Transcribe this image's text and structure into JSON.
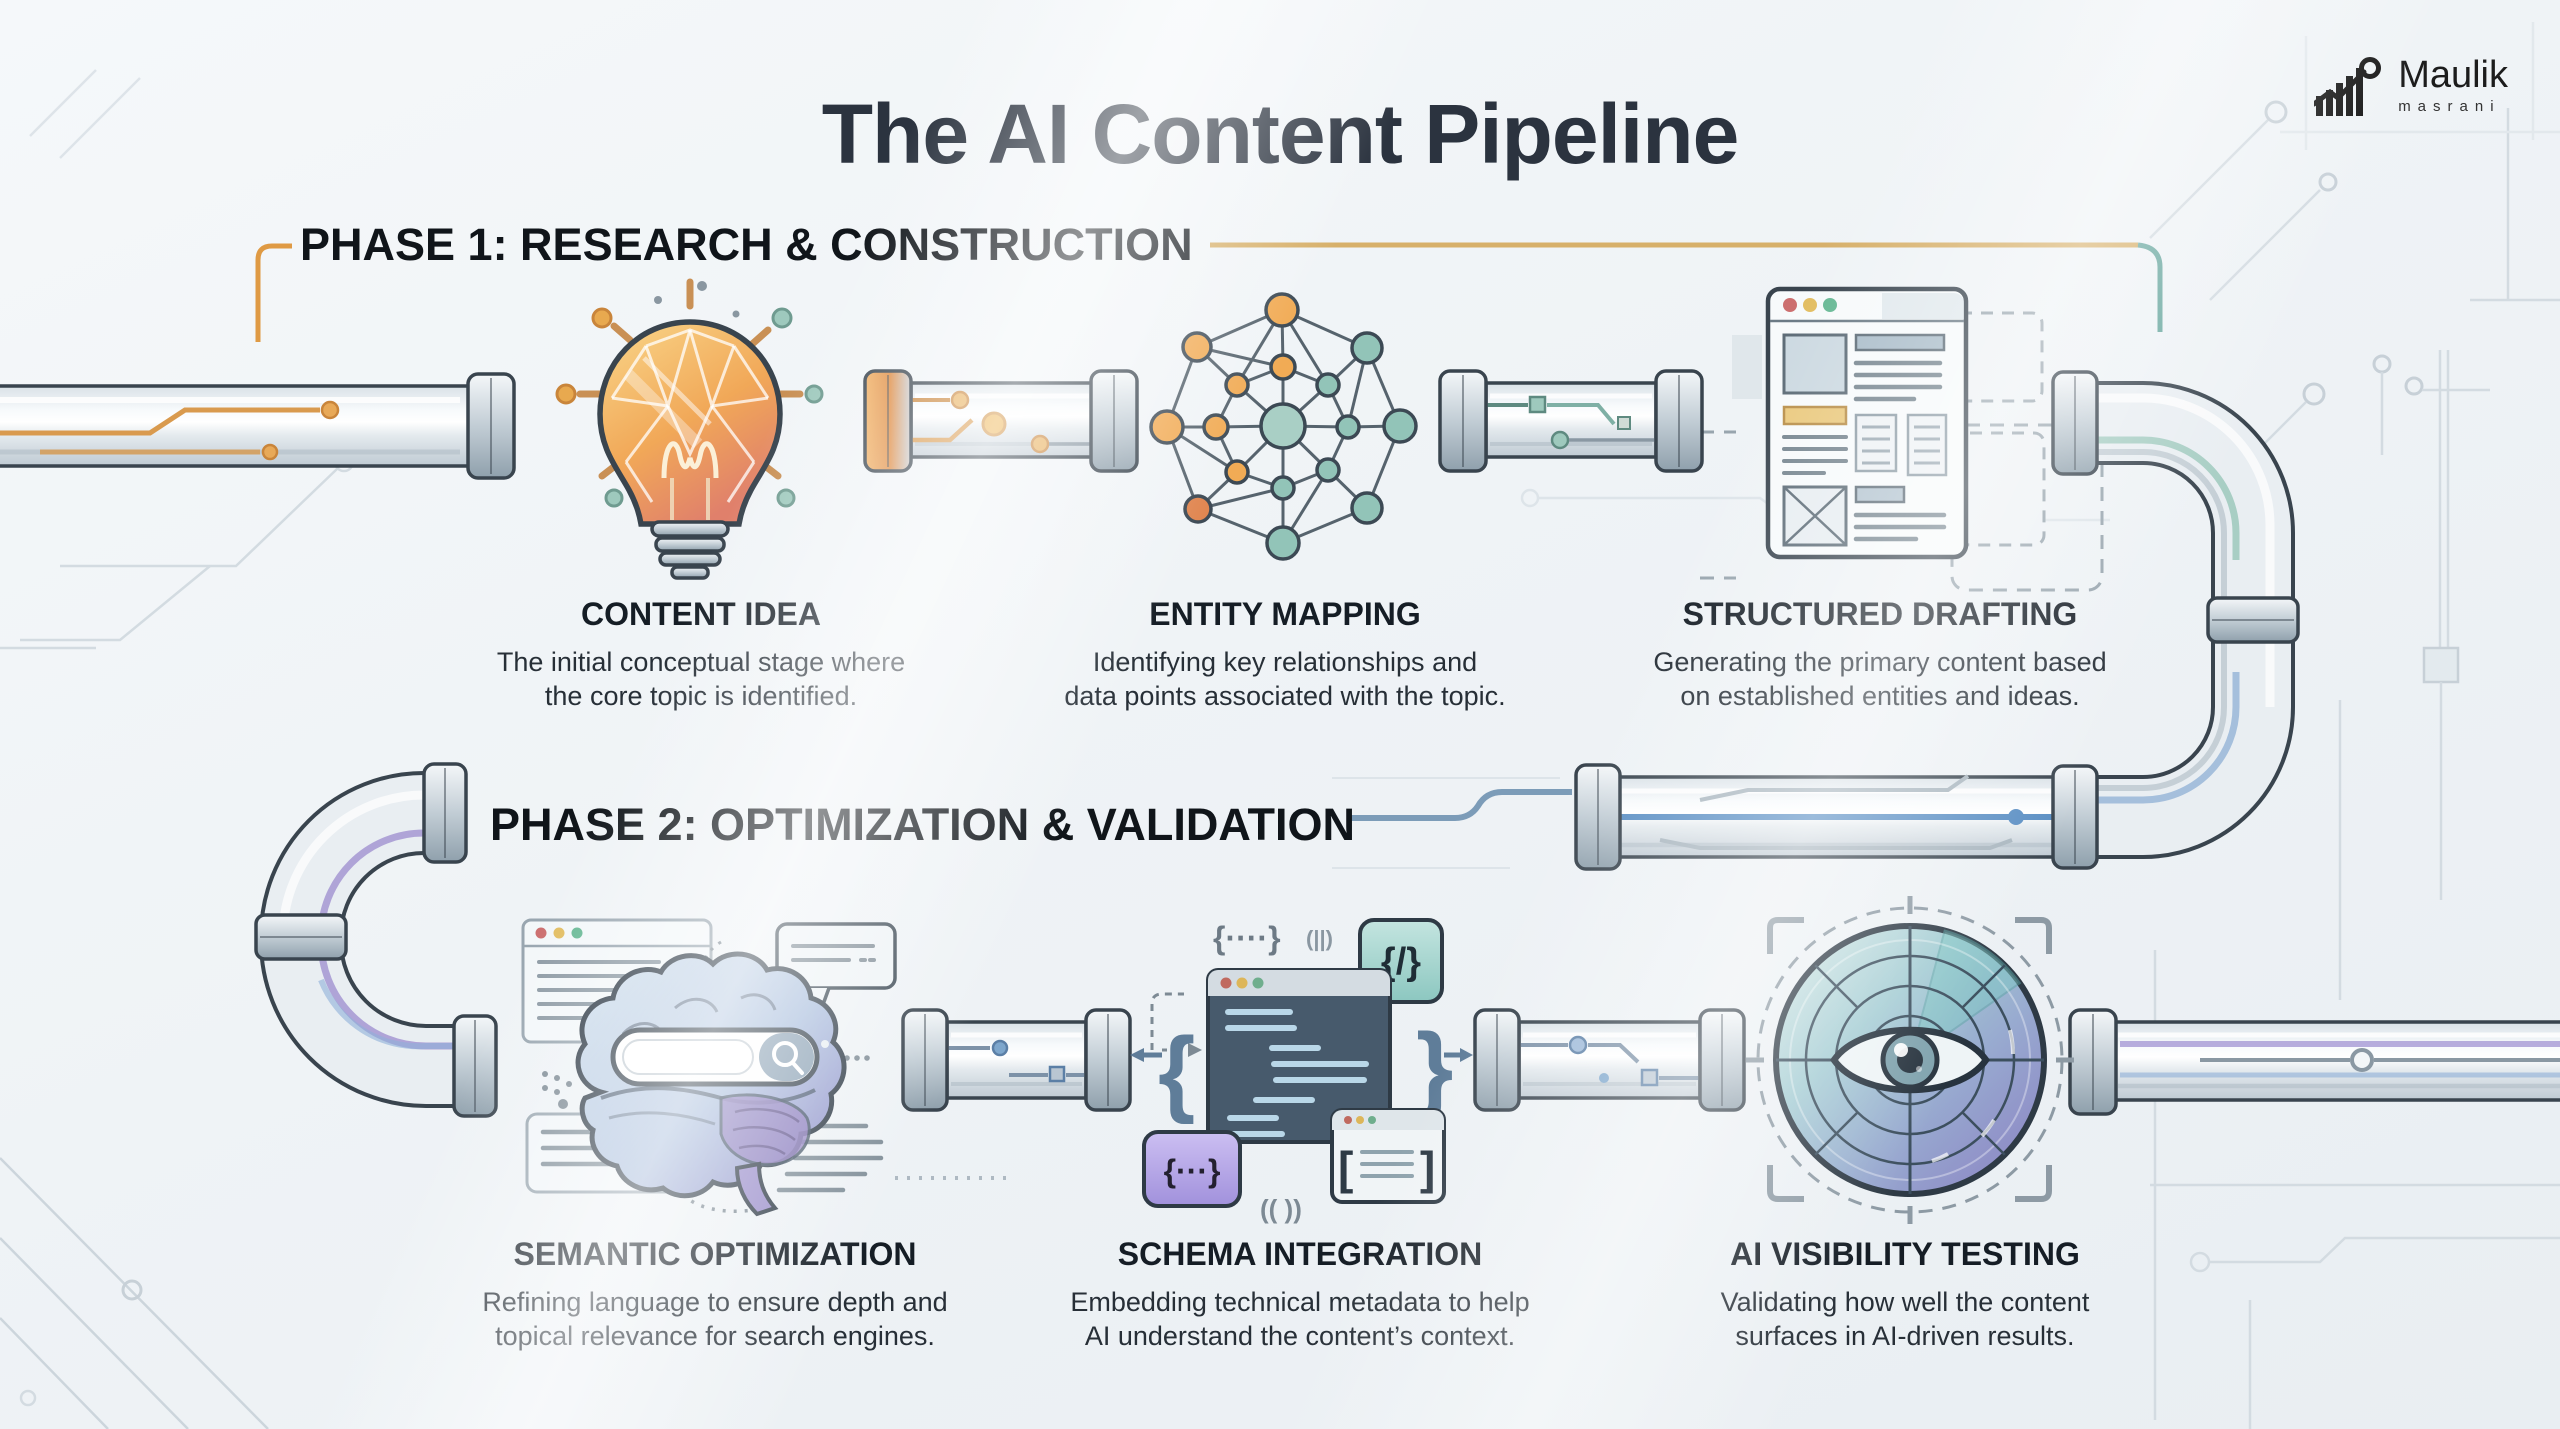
{
  "title": "The AI Content Pipeline",
  "logo": {
    "name": "Maulik",
    "sub": "masrani",
    "icon": "growth-chart-magnifier-icon"
  },
  "phase1": {
    "heading": "PHASE 1: RESEARCH & CONSTRUCTION",
    "steps": [
      {
        "title": "CONTENT IDEA",
        "icon": "lightbulb-idea-icon",
        "desc": [
          "The initial conceptual stage where",
          "the core topic is identified."
        ]
      },
      {
        "title": "ENTITY MAPPING",
        "icon": "knowledge-graph-icon",
        "desc": [
          "Identifying key relationships and",
          "data points associated with the topic."
        ]
      },
      {
        "title": "STRUCTURED DRAFTING",
        "icon": "wireframe-document-icon",
        "desc": [
          "Generating the primary content based",
          "on established entities and ideas."
        ]
      }
    ]
  },
  "phase2": {
    "heading": "PHASE 2: OPTIMIZATION & VALIDATION",
    "steps": [
      {
        "title": "SEMANTIC OPTIMIZATION",
        "icon": "brain-search-icon",
        "desc": [
          "Refining language to ensure depth and",
          "topical relevance for search engines."
        ]
      },
      {
        "title": "SCHEMA INTEGRATION",
        "icon": "code-schema-icon",
        "desc": [
          "Embedding technical metadata to help",
          "AI understand the content’s context."
        ]
      },
      {
        "title": "AI VISIBILITY TESTING",
        "icon": "radar-eye-icon",
        "desc": [
          "Validating how well the content",
          "surfaces in AI-driven results."
        ]
      }
    ]
  },
  "colors": {
    "background": "#f2f5f7",
    "ink": "#10151a",
    "pipe_outline": "#39444e",
    "accent_orange": "#e39a4c",
    "accent_gold": "#d7b06a",
    "accent_teal": "#6aa8a0",
    "accent_blue": "#7c9cb8",
    "accent_purple": "#a79ad6"
  }
}
